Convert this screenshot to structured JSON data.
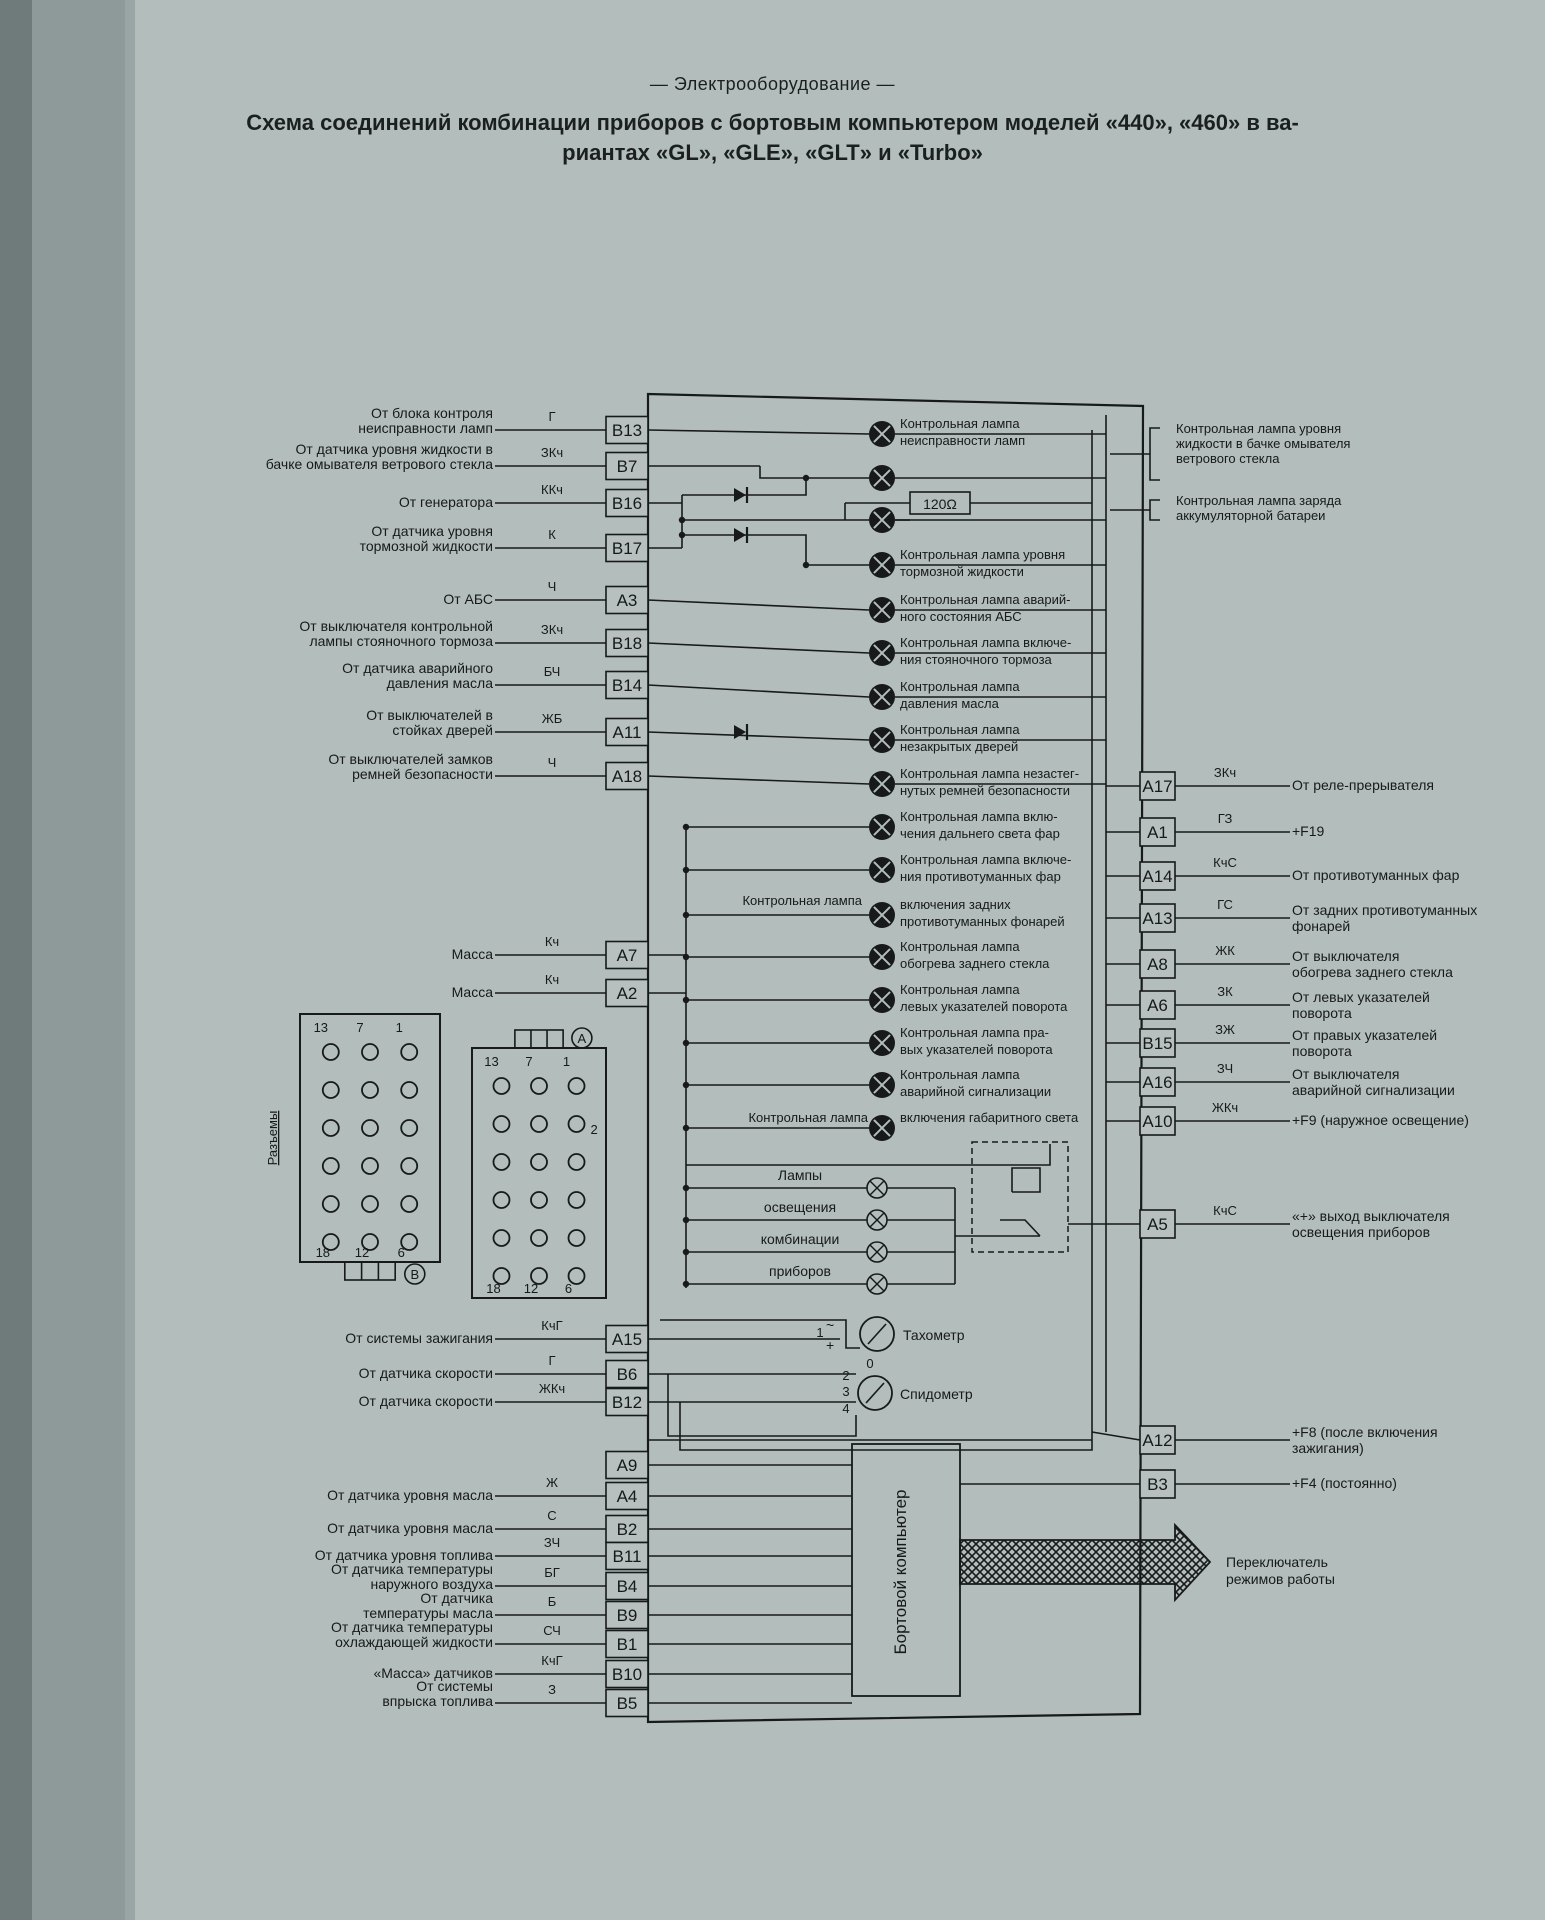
{
  "header": "— Электрооборудование —",
  "title": {
    "line1": "Схема соединений комбинации приборов с бортовым компьютером моделей «440», «460» в ва-",
    "line2": "риантах «GL», «GLE», «GLT» и «Turbo»"
  },
  "left_pins": [
    {
      "pin": "B13",
      "wire": "Г",
      "label": [
        "От блока контроля",
        "неисправности ламп"
      ]
    },
    {
      "pin": "B7",
      "wire": "ЗКч",
      "label": [
        "От датчика уровня жидкости в",
        "бачке омывателя ветрового стекла"
      ]
    },
    {
      "pin": "B16",
      "wire": "ККч",
      "label": [
        "От генератора"
      ]
    },
    {
      "pin": "B17",
      "wire": "К",
      "label": [
        "От датчика уровня",
        "тормозной жидкости"
      ]
    },
    {
      "pin": "A3",
      "wire": "Ч",
      "label": [
        "От АБС"
      ]
    },
    {
      "pin": "B18",
      "wire": "ЗКч",
      "label": [
        "От выключателя контрольной",
        "лампы стояночного тормоза"
      ]
    },
    {
      "pin": "B14",
      "wire": "БЧ",
      "label": [
        "От датчика аварийного",
        "давления масла"
      ]
    },
    {
      "pin": "A11",
      "wire": "ЖБ",
      "label": [
        "От выключателей в",
        "стойках дверей"
      ]
    },
    {
      "pin": "A18",
      "wire": "Ч",
      "label": [
        "От выключателей замков",
        "ремней безопасности"
      ]
    },
    {
      "pin": "A7",
      "wire": "Кч",
      "label": [
        "Масса"
      ]
    },
    {
      "pin": "A2",
      "wire": "Кч",
      "label": [
        "Масса"
      ]
    },
    {
      "pin": "A15",
      "wire": "КчГ",
      "label": [
        "От системы зажигания"
      ]
    },
    {
      "pin": "B6",
      "wire": "Г",
      "label": [
        "От датчика скорости"
      ]
    },
    {
      "pin": "B12",
      "wire": "ЖКч",
      "label": [
        "От датчика скорости"
      ]
    },
    {
      "pin": "A9",
      "wire": "",
      "label": []
    },
    {
      "pin": "A4",
      "wire": "Ж",
      "label": [
        "От датчика уровня масла"
      ]
    },
    {
      "pin": "B2",
      "wire": "С",
      "label": [
        "От датчика уровня масла"
      ]
    },
    {
      "pin": "B11",
      "wire": "ЗЧ",
      "label": [
        "От датчика уровня топлива"
      ]
    },
    {
      "pin": "B4",
      "wire": "БГ",
      "label": [
        "От датчика температуры",
        "наружного воздуха"
      ]
    },
    {
      "pin": "B9",
      "wire": "Б",
      "label": [
        "От датчика",
        "температуры масла"
      ]
    },
    {
      "pin": "B1",
      "wire": "СЧ",
      "label": [
        "От датчика температуры",
        "охлаждающей жидкости"
      ]
    },
    {
      "pin": "B10",
      "wire": "КчГ",
      "label": [
        "«Масса» датчиков"
      ]
    },
    {
      "pin": "B5",
      "wire": "З",
      "label": [
        "От системы",
        "впрыска топлива"
      ]
    }
  ],
  "lamps": [
    [
      "Контрольная лампа",
      "неисправности ламп"
    ],
    [
      "",
      ""
    ],
    [
      "",
      ""
    ],
    [
      "Контрольная лампа уровня",
      "тормозной жидкости"
    ],
    [
      "Контрольная лампа аварий-",
      "ного состояния АБС"
    ],
    [
      "Контрольная лампа включе-",
      "ния стояночного тормоза"
    ],
    [
      "Контрольная лампа",
      "давления масла"
    ],
    [
      "Контрольная лампа",
      "незакрытых дверей"
    ],
    [
      "Контрольная лампа незастег-",
      "нутых ремней безопасности"
    ],
    [
      "Контрольная лампа вклю-",
      "чения дальнего света фар"
    ],
    [
      "Контрольная лампа включе-",
      "ния противотуманных фар"
    ],
    [
      "включения задних",
      "противотуманных фонарей"
    ],
    [
      "Контрольная лампа",
      "обогрева заднего стекла"
    ],
    [
      "Контрольная лампа",
      "левых указателей поворота"
    ],
    [
      "Контрольная лампа пра-",
      "вых указателей поворота"
    ],
    [
      "Контрольная лампа",
      "аварийной сигнализации"
    ],
    [
      "включения габаритного света",
      ""
    ]
  ],
  "lamp_prefix": "Контрольная лампа",
  "resistor": "120Ω",
  "right_lamp_labels": {
    "washer": [
      "Контрольная лампа уровня",
      "жидкости в бачке омывателя",
      "ветрового стекла"
    ],
    "charge": [
      "Контрольная лампа заряда",
      "аккумуляторной батареи"
    ]
  },
  "illumination": [
    "Лампы",
    "освещения",
    "комбинации",
    "приборов"
  ],
  "gauges": {
    "tacho": "Тахометр",
    "speedo": "Спидометр",
    "pins": [
      "1",
      "0",
      "2",
      "3",
      "4"
    ]
  },
  "computer": "Бортовой компьютер",
  "right_pins": [
    {
      "pin": "A17",
      "wire": "ЗКч",
      "label": [
        "От реле-прерывателя"
      ]
    },
    {
      "pin": "A1",
      "wire": "ГЗ",
      "label": [
        "+F19"
      ]
    },
    {
      "pin": "A14",
      "wire": "КчС",
      "label": [
        "От противотуманных фар"
      ]
    },
    {
      "pin": "A13",
      "wire": "ГС",
      "label": [
        "От задних противотуманных",
        "фонарей"
      ]
    },
    {
      "pin": "A8",
      "wire": "ЖК",
      "label": [
        "От выключателя",
        "обогрева заднего стекла"
      ]
    },
    {
      "pin": "A6",
      "wire": "ЗК",
      "label": [
        "От левых указателей",
        "поворота"
      ]
    },
    {
      "pin": "B15",
      "wire": "ЗЖ",
      "label": [
        "От правых указателей",
        "поворота"
      ]
    },
    {
      "pin": "A16",
      "wire": "ЗЧ",
      "label": [
        "От выключателя",
        "аварийной сигнализации"
      ]
    },
    {
      "pin": "A10",
      "wire": "ЖКч",
      "label": [
        "+F9 (наружное освещение)"
      ]
    },
    {
      "pin": "A5",
      "wire": "КчС",
      "label": [
        "«+» выход выключателя",
        "освещения приборов"
      ]
    },
    {
      "pin": "A12",
      "wire": "",
      "label": [
        "+F8 (после включения",
        "зажигания)"
      ]
    },
    {
      "pin": "B3",
      "wire": "",
      "label": [
        "+F4 (постоянно)"
      ]
    }
  ],
  "mode_switch": [
    "Переключатель",
    "режимов работы"
  ],
  "connectors": {
    "side_label": "Разъемы",
    "b": {
      "top": [
        "13",
        "7",
        "1"
      ],
      "bottom": [
        "18",
        "12",
        "6"
      ],
      "mark": "B"
    },
    "a": {
      "top": [
        "13",
        "7",
        "1"
      ],
      "side": "2",
      "bottom": [
        "18",
        "12",
        "6"
      ],
      "mark": "A"
    }
  }
}
